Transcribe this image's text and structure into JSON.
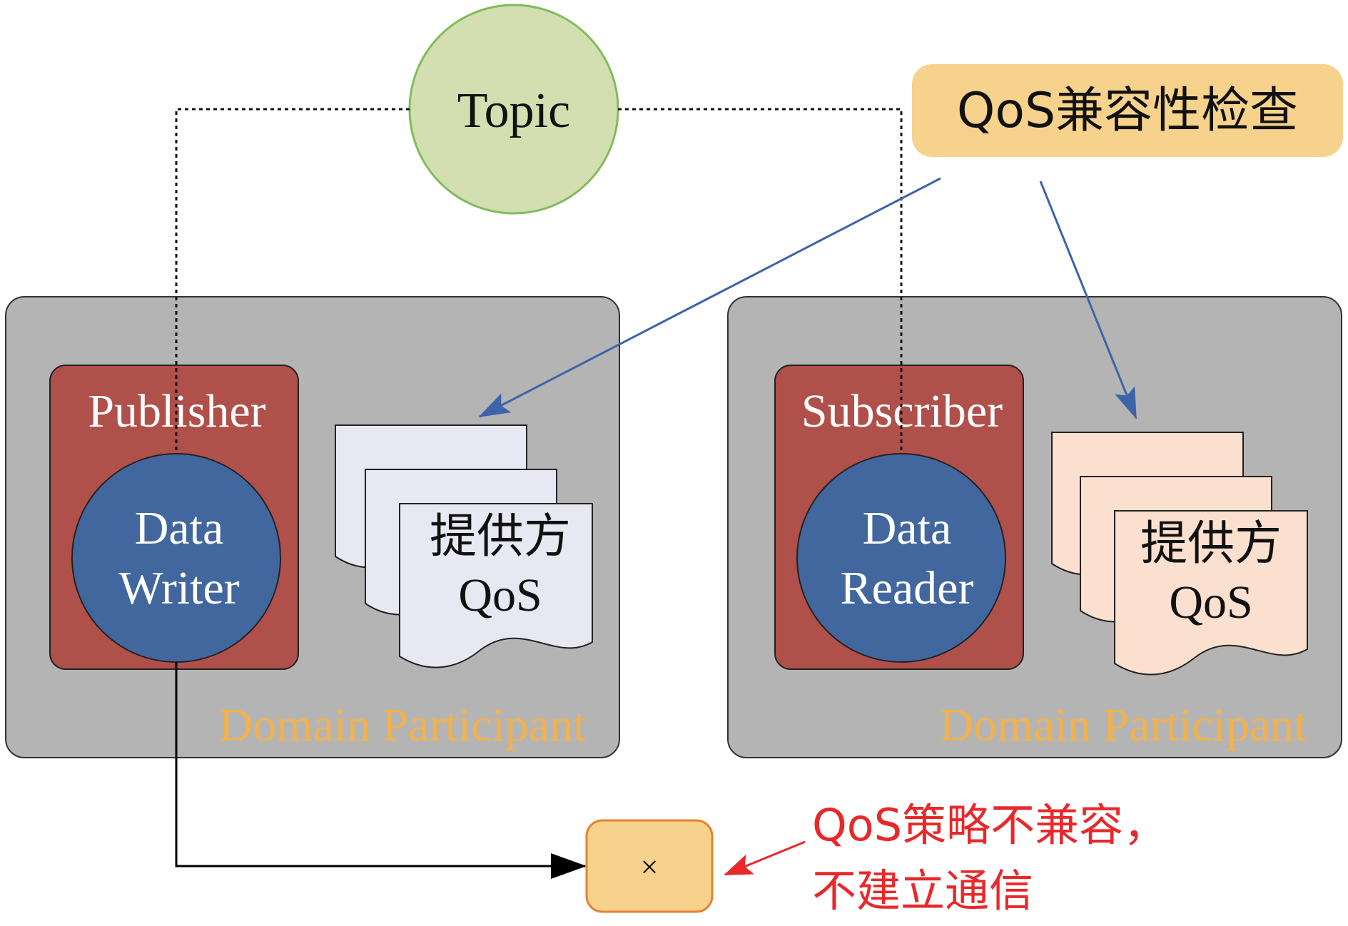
{
  "topic": {
    "label": "Topic"
  },
  "qos_check": {
    "label": "QoS兼容性检查"
  },
  "publisher_side": {
    "participant_label": "Domain Participant",
    "publisher_label": "Publisher",
    "writer_line1": "Data",
    "writer_line2": "Writer",
    "qos_doc_line1": "提供方",
    "qos_doc_line2": "QoS"
  },
  "subscriber_side": {
    "participant_label": "Domain Participant",
    "subscriber_label": "Subscriber",
    "reader_line1": "Data",
    "reader_line2": "Reader",
    "qos_doc_line1": "提供方",
    "qos_doc_line2": "QoS"
  },
  "result": {
    "symbol": "×",
    "note_line1": "QoS策略不兼容，",
    "note_line2": "不建立通信"
  },
  "colors": {
    "participant_fill": "#b4b4b4",
    "entity_fill": "#b0504a",
    "endpoint_fill": "#42679e",
    "topic_fill": "#d3dfb0",
    "topic_stroke": "#7fbc5a",
    "check_fill": "#f6d28c",
    "pub_doc_fill": "#e8e8f2",
    "sub_doc_fill": "#fbe0cf",
    "participant_label": "#f2b14a",
    "arrow_blue": "#3d63a8",
    "reject_fill": "#f6d28c",
    "reject_stroke": "#e6822f",
    "note_red": "#e8282a"
  }
}
